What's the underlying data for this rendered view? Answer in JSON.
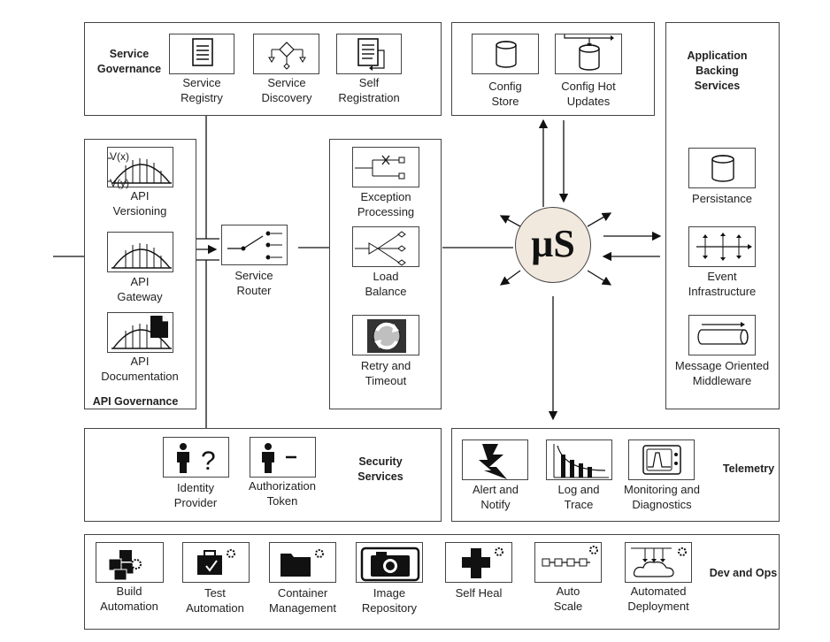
{
  "service_governance": {
    "title": "Service\nGovernance",
    "registry": "Service\nRegistry",
    "discovery": "Service\nDiscovery",
    "self_registration": "Self\nRegistration"
  },
  "config": {
    "store": "Config\nStore",
    "hot_updates": "Config Hot\nUpdates"
  },
  "backing": {
    "title": "Application\nBacking\nServices",
    "persistance": "Persistance",
    "event": "Event\nInfrastructure",
    "mom": "Message Oriented\nMiddleware"
  },
  "api_governance": {
    "title": "API Governance",
    "versioning": "API\nVersioning",
    "gateway": "API\nGateway",
    "documentation": "API\nDocumentation",
    "vx": "V(x)",
    "vy": "V(y)"
  },
  "router": {
    "label": "Service\nRouter"
  },
  "resilience": {
    "exception": "Exception\nProcessing",
    "load_balance": "Load\nBalance",
    "retry": "Retry and\nTimeout"
  },
  "core": {
    "symbol": "µS"
  },
  "security": {
    "title": "Security\nServices",
    "identity": "Identity\nProvider",
    "authorization": "Authorization\nToken"
  },
  "telemetry": {
    "title": "Telemetry",
    "alert": "Alert and\nNotify",
    "log": "Log and\nTrace",
    "monitoring": "Monitoring and\nDiagnostics"
  },
  "devops": {
    "title": "Dev and Ops",
    "build": "Build\nAutomation",
    "test": "Test\nAutomation",
    "container": "Container\nManagement",
    "image": "Image\nRepository",
    "self_heal": "Self Heal",
    "auto_scale": "Auto\nScale",
    "deployment": "Automated\nDeployment"
  }
}
